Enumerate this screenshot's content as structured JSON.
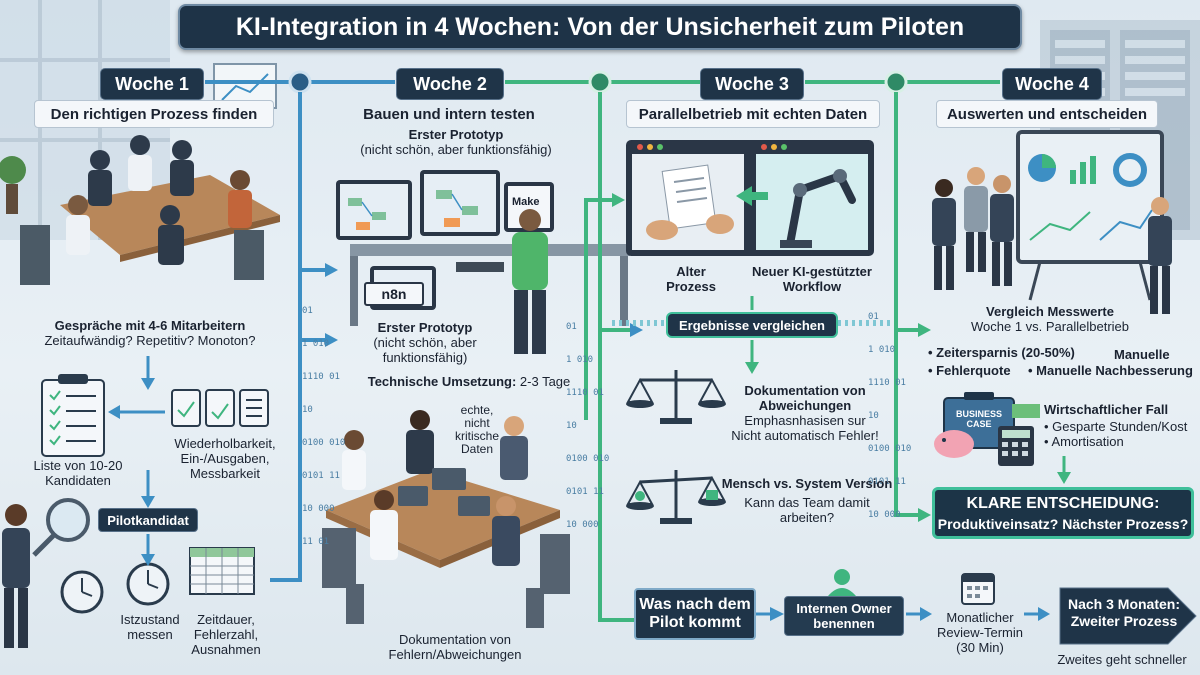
{
  "title": "KI-Integration in 4 Wochen: Von der Unsicherheit zum Piloten",
  "weeks": [
    {
      "label": "Woche 1",
      "subtitle": "Den richtigen Prozess finden",
      "interviews_title": "Gespräche mit 4-6 Mitarbeitern",
      "interviews_sub": "Zeitaufwändig? Repetitiv? Monoton?",
      "list_label_1": "Liste von 10-20",
      "list_label_2": "Kandidaten",
      "criteria_1": "Wiederholbarkeit,",
      "criteria_2": "Ein-/Ausgaben,",
      "criteria_3": "Messbarkeit",
      "pilot_label": "Pilotkandidat",
      "measure_1": "Istzustand",
      "measure_2": "messen",
      "metrics_1": "Zeitdauer,",
      "metrics_2": "Fehlerzahl,",
      "metrics_3": "Ausnahmen"
    },
    {
      "label": "Woche 2",
      "subtitle": "Bauen und intern testen",
      "proto_top_1": "Erster Prototyp",
      "proto_top_2": "(nicht schön, aber funktionsfähig)",
      "tool_make": "Make",
      "tool_n8n": "n8n",
      "proto_mid_1": "Erster Prototyp",
      "proto_mid_2": "(nicht schön, aber",
      "proto_mid_3": "funktionsfähig)",
      "tech_label": "Technische Umsetzung:",
      "tech_value": "2-3 Tage",
      "data_note_1": "echte,",
      "data_note_2": "nicht",
      "data_note_3": "kritische",
      "data_note_4": "Daten",
      "doc_1": "Dokumentation von",
      "doc_2": "Fehlern/Abweichungen"
    },
    {
      "label": "Woche 3",
      "subtitle": "Parallelbetrieb mit echten Daten",
      "old_1": "Alter",
      "old_2": "Prozess",
      "new_1": "Neuer KI-gestützter",
      "new_2": "Workflow",
      "compare_label": "Ergebnisse vergleichen",
      "doc_title_1": "Dokumentation von",
      "doc_title_2": "Abweichungen",
      "doc_sub_1": "Emphasnhasisen sur",
      "doc_sub_2": "Nicht automatisch Fehler!",
      "human_title": "Mensch vs. System Version",
      "human_sub_1": "Kann das Team damit",
      "human_sub_2": "arbeiten?"
    },
    {
      "label": "Woche 4",
      "subtitle": "Auswerten und entscheiden",
      "compare_title": "Vergleich Messwerte",
      "compare_sub": "Woche 1 vs. Parallelbetrieb",
      "bullet_1": "• Zeitersparnis (20-50%)",
      "bullet_1b": "Manuelle",
      "bullet_2": "• Fehlerquote",
      "bullet_2b": "• Manuelle Nachbesserung",
      "case_badge_1": "BUSINESS",
      "case_badge_2": "CASE",
      "case_title": "Wirtschaftlicher Fall",
      "case_b1": "• Gesparte Stunden/Kost",
      "case_b2": "• Amortisation",
      "decision_1": "KLARE ENTSCHEIDUNG:",
      "decision_2": "Produktiveinsatz? Nächster Prozess?"
    }
  ],
  "after": {
    "label_1": "Was nach dem",
    "label_2": "Pilot kommt",
    "owner_1": "Internen Owner",
    "owner_2": "benennen",
    "review_1": "Monatlicher",
    "review_2": "Review-Termin",
    "review_3": "(30 Min)",
    "next_1": "Nach 3 Monaten:",
    "next_2": "Zweiter Prozess",
    "next_note": "Zweites geht schneller"
  },
  "binary_code": [
    "01",
    "1 010",
    "1110 01",
    "10",
    "0100 010",
    "0101 11",
    "10 000",
    "11 01"
  ],
  "colors": {
    "navy": "#1f3448",
    "teal": "#3fbf9a",
    "blue_line": "#3d8fc4",
    "green_line": "#3fb57f",
    "page_bg": "#e3ecf2"
  }
}
